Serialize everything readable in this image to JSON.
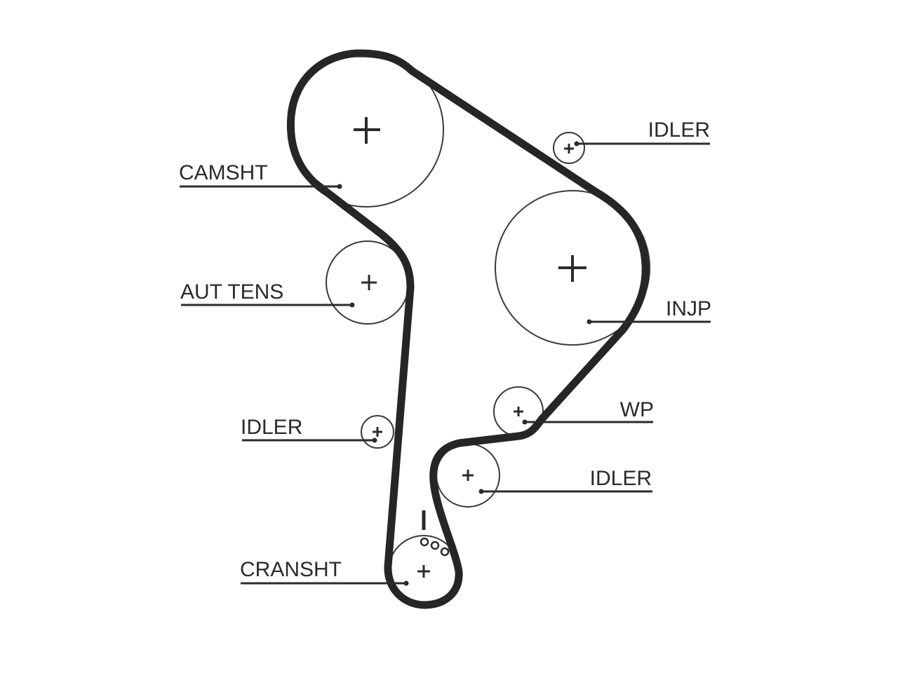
{
  "labels": {
    "camshaft": "CAMSHT",
    "auto_tensioner": "AUT TENS",
    "idler_left": "IDLER",
    "crankshaft": "CRANSHT",
    "idler_top_right": "IDLER",
    "injection_pump": "INJP",
    "water_pump": "WP",
    "idler_lower_right": "IDLER"
  }
}
